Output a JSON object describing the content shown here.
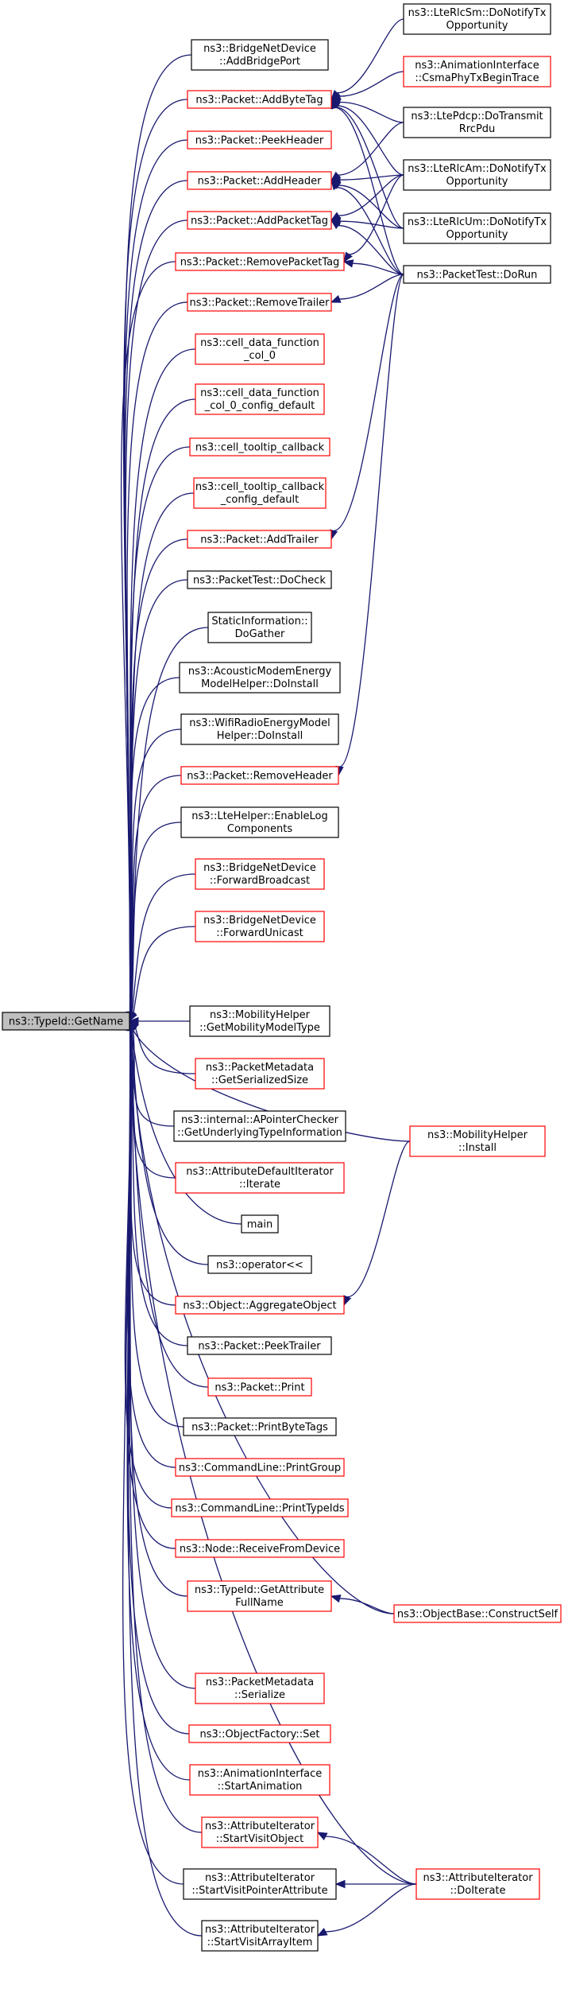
{
  "diagram": {
    "type": "doxygen-caller-graph",
    "edge_color": "#191970",
    "border_colors": {
      "red": "#ff0000",
      "black": "#000000"
    },
    "root_fill": "#bfbfbf",
    "nodes": [
      {
        "id": "root",
        "lines": [
          "ns3::TypeId::GetName"
        ],
        "style": "root"
      },
      {
        "id": "bridge-add-port",
        "lines": [
          "ns3::BridgeNetDevice",
          "::AddBridgePort"
        ],
        "style": "black"
      },
      {
        "id": "packet-add-byte-tag",
        "lines": [
          "ns3::Packet::AddByteTag"
        ],
        "style": "red"
      },
      {
        "id": "packet-peek-header",
        "lines": [
          "ns3::Packet::PeekHeader"
        ],
        "style": "red"
      },
      {
        "id": "packet-add-header",
        "lines": [
          "ns3::Packet::AddHeader"
        ],
        "style": "red"
      },
      {
        "id": "packet-add-packet-tag",
        "lines": [
          "ns3::Packet::AddPacketTag"
        ],
        "style": "red"
      },
      {
        "id": "packet-remove-packet-tag",
        "lines": [
          "ns3::Packet::RemovePacketTag"
        ],
        "style": "red"
      },
      {
        "id": "packet-remove-trailer",
        "lines": [
          "ns3::Packet::RemoveTrailer"
        ],
        "style": "red"
      },
      {
        "id": "cell-data-col0",
        "lines": [
          "ns3::cell_data_function",
          "_col_0"
        ],
        "style": "red"
      },
      {
        "id": "cell-data-col0-config",
        "lines": [
          "ns3::cell_data_function",
          "_col_0_config_default"
        ],
        "style": "red"
      },
      {
        "id": "cell-tooltip",
        "lines": [
          "ns3::cell_tooltip_callback"
        ],
        "style": "red"
      },
      {
        "id": "cell-tooltip-config",
        "lines": [
          "ns3::cell_tooltip_callback",
          "_config_default"
        ],
        "style": "red"
      },
      {
        "id": "packet-add-trailer",
        "lines": [
          "ns3::Packet::AddTrailer"
        ],
        "style": "red"
      },
      {
        "id": "packettest-docheck",
        "lines": [
          "ns3::PacketTest::DoCheck"
        ],
        "style": "black"
      },
      {
        "id": "static-info-dogather",
        "lines": [
          "StaticInformation::",
          "DoGather"
        ],
        "style": "black"
      },
      {
        "id": "acoustic-doinstall",
        "lines": [
          "ns3::AcousticModemEnergy",
          "ModelHelper::DoInstall"
        ],
        "style": "black"
      },
      {
        "id": "wifi-radio-doinstall",
        "lines": [
          "ns3::WifiRadioEnergyModel",
          "Helper::DoInstall"
        ],
        "style": "black"
      },
      {
        "id": "packet-remove-header",
        "lines": [
          "ns3::Packet::RemoveHeader"
        ],
        "style": "red"
      },
      {
        "id": "lte-enable-log",
        "lines": [
          "ns3::LteHelper::EnableLog",
          "Components"
        ],
        "style": "black"
      },
      {
        "id": "bridge-fwd-broadcast",
        "lines": [
          "ns3::BridgeNetDevice",
          "::ForwardBroadcast"
        ],
        "style": "red"
      },
      {
        "id": "bridge-fwd-unicast",
        "lines": [
          "ns3::BridgeNetDevice",
          "::ForwardUnicast"
        ],
        "style": "red"
      },
      {
        "id": "mobility-get-type",
        "lines": [
          "ns3::MobilityHelper",
          "::GetMobilityModelType"
        ],
        "style": "black"
      },
      {
        "id": "packet-metadata-size",
        "lines": [
          "ns3::PacketMetadata",
          "::GetSerializedSize"
        ],
        "style": "red"
      },
      {
        "id": "apointer-checker",
        "lines": [
          "ns3::internal::APointerChecker",
          "::GetUnderlyingTypeInformation"
        ],
        "style": "black"
      },
      {
        "id": "attr-default-iterate",
        "lines": [
          "ns3::AttributeDefaultIterator",
          "::Iterate"
        ],
        "style": "red"
      },
      {
        "id": "main",
        "lines": [
          "main"
        ],
        "style": "black"
      },
      {
        "id": "operator-lshift",
        "lines": [
          "ns3::operator<<"
        ],
        "style": "black"
      },
      {
        "id": "object-aggregate",
        "lines": [
          "ns3::Object::AggregateObject"
        ],
        "style": "red"
      },
      {
        "id": "packet-peek-trailer",
        "lines": [
          "ns3::Packet::PeekTrailer"
        ],
        "style": "black"
      },
      {
        "id": "packet-print",
        "lines": [
          "ns3::Packet::Print"
        ],
        "style": "red"
      },
      {
        "id": "packet-print-byte-tags",
        "lines": [
          "ns3::Packet::PrintByteTags"
        ],
        "style": "black"
      },
      {
        "id": "cmdline-print-group",
        "lines": [
          "ns3::CommandLine::PrintGroup"
        ],
        "style": "red"
      },
      {
        "id": "cmdline-print-typeids",
        "lines": [
          "ns3::CommandLine::PrintTypeIds"
        ],
        "style": "red"
      },
      {
        "id": "node-receive",
        "lines": [
          "ns3::Node::ReceiveFromDevice"
        ],
        "style": "red"
      },
      {
        "id": "typeid-get-attr-fullname",
        "lines": [
          "ns3::TypeId::GetAttribute",
          "FullName"
        ],
        "style": "red"
      },
      {
        "id": "packet-metadata-serialize",
        "lines": [
          "ns3::PacketMetadata",
          "::Serialize"
        ],
        "style": "red"
      },
      {
        "id": "objectfactory-set",
        "lines": [
          "ns3::ObjectFactory::Set"
        ],
        "style": "red"
      },
      {
        "id": "anim-start",
        "lines": [
          "ns3::AnimationInterface",
          "::StartAnimation"
        ],
        "style": "red"
      },
      {
        "id": "attr-iter-visit-object",
        "lines": [
          "ns3::AttributeIterator",
          "::StartVisitObject"
        ],
        "style": "red"
      },
      {
        "id": "attr-iter-visit-pointer",
        "lines": [
          "ns3::AttributeIterator",
          "::StartVisitPointerAttribute"
        ],
        "style": "black"
      },
      {
        "id": "attr-iter-visit-array",
        "lines": [
          "ns3::AttributeIterator",
          "::StartVisitArrayItem"
        ],
        "style": "black"
      },
      {
        "id": "lte-rlcsm-notify",
        "lines": [
          "ns3::LteRlcSm::DoNotifyTx",
          "Opportunity"
        ],
        "style": "black"
      },
      {
        "id": "anim-csma-phy",
        "lines": [
          "ns3::AnimationInterface",
          "::CsmaPhyTxBeginTrace"
        ],
        "style": "red"
      },
      {
        "id": "lte-pdcp-transmit",
        "lines": [
          "ns3::LtePdcp::DoTransmit",
          "RrcPdu"
        ],
        "style": "black"
      },
      {
        "id": "lte-rlcam-notify",
        "lines": [
          "ns3::LteRlcAm::DoNotifyTx",
          "Opportunity"
        ],
        "style": "black"
      },
      {
        "id": "lte-rlcum-notify",
        "lines": [
          "ns3::LteRlcUm::DoNotifyTx",
          "Opportunity"
        ],
        "style": "black"
      },
      {
        "id": "packettest-dorun",
        "lines": [
          "ns3::PacketTest::DoRun"
        ],
        "style": "black"
      },
      {
        "id": "mobility-install",
        "lines": [
          "ns3::MobilityHelper",
          "::Install"
        ],
        "style": "red"
      },
      {
        "id": "objectbase-construct",
        "lines": [
          "ns3::ObjectBase::ConstructSelf"
        ],
        "style": "red"
      },
      {
        "id": "attr-iter-doiterate",
        "lines": [
          "ns3::AttributeIterator",
          "::DoIterate"
        ],
        "style": "red"
      }
    ]
  }
}
